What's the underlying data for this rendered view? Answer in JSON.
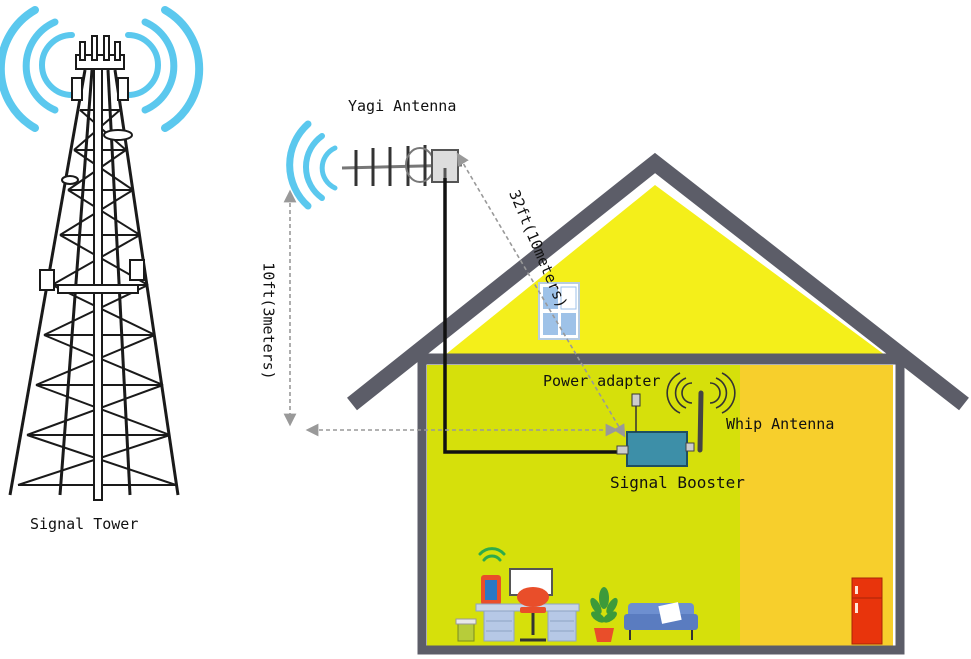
{
  "labels": {
    "signal_tower": "Signal Tower",
    "yagi_antenna": "Yagi Antenna",
    "power_adapter": "Power adapter",
    "whip_antenna": "Whip Antenna",
    "signal_booster": "Signal Booster",
    "height_distance": "10ft(3meters)",
    "diagonal_distance": "32ft(10meters)"
  },
  "colors": {
    "signal_wave": "#5bc8ee",
    "house_frame": "#5c5d68",
    "attic_fill": "#f4ef1a",
    "room_left_fill": "#d6e00b",
    "room_right_fill": "#f7cf2c",
    "booster_body": "#3d8fa8",
    "cable": "#111111",
    "dashed_line": "#999999"
  },
  "icons": [
    "tower-icon",
    "yagi-antenna-icon",
    "whip-antenna-icon",
    "booster-icon",
    "power-adapter-icon",
    "window-icon",
    "desk-icon",
    "chair-icon",
    "monitor-icon",
    "plant-icon",
    "sofa-icon",
    "fridge-icon",
    "phone-icon",
    "trash-bin-icon"
  ]
}
